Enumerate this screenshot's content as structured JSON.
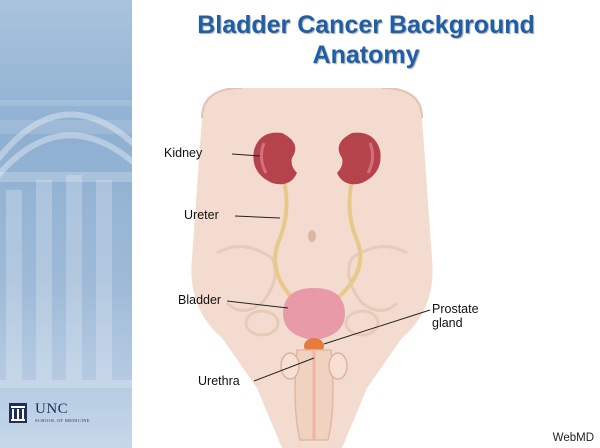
{
  "slide": {
    "title_line1": "Bladder Cancer Background",
    "title_line2": "Anatomy",
    "credit": "WebMD"
  },
  "figure": {
    "labels": {
      "kidney": "Kidney",
      "ureter": "Ureter",
      "bladder": "Bladder",
      "prostate_line1": "Prostate",
      "prostate_line2": "gland",
      "urethra": "Urethra"
    }
  },
  "logo": {
    "main": "UNC",
    "sub": "SCHOOL OF MEDICINE"
  },
  "colors": {
    "title": "#1f5fa8",
    "sidebar": "#9db9d7",
    "kidney": "#b5434c",
    "bladder": "#e89aa8",
    "prostate": "#e87a3e",
    "ureter": "#e8c98a",
    "skin": "#f3dccf"
  }
}
